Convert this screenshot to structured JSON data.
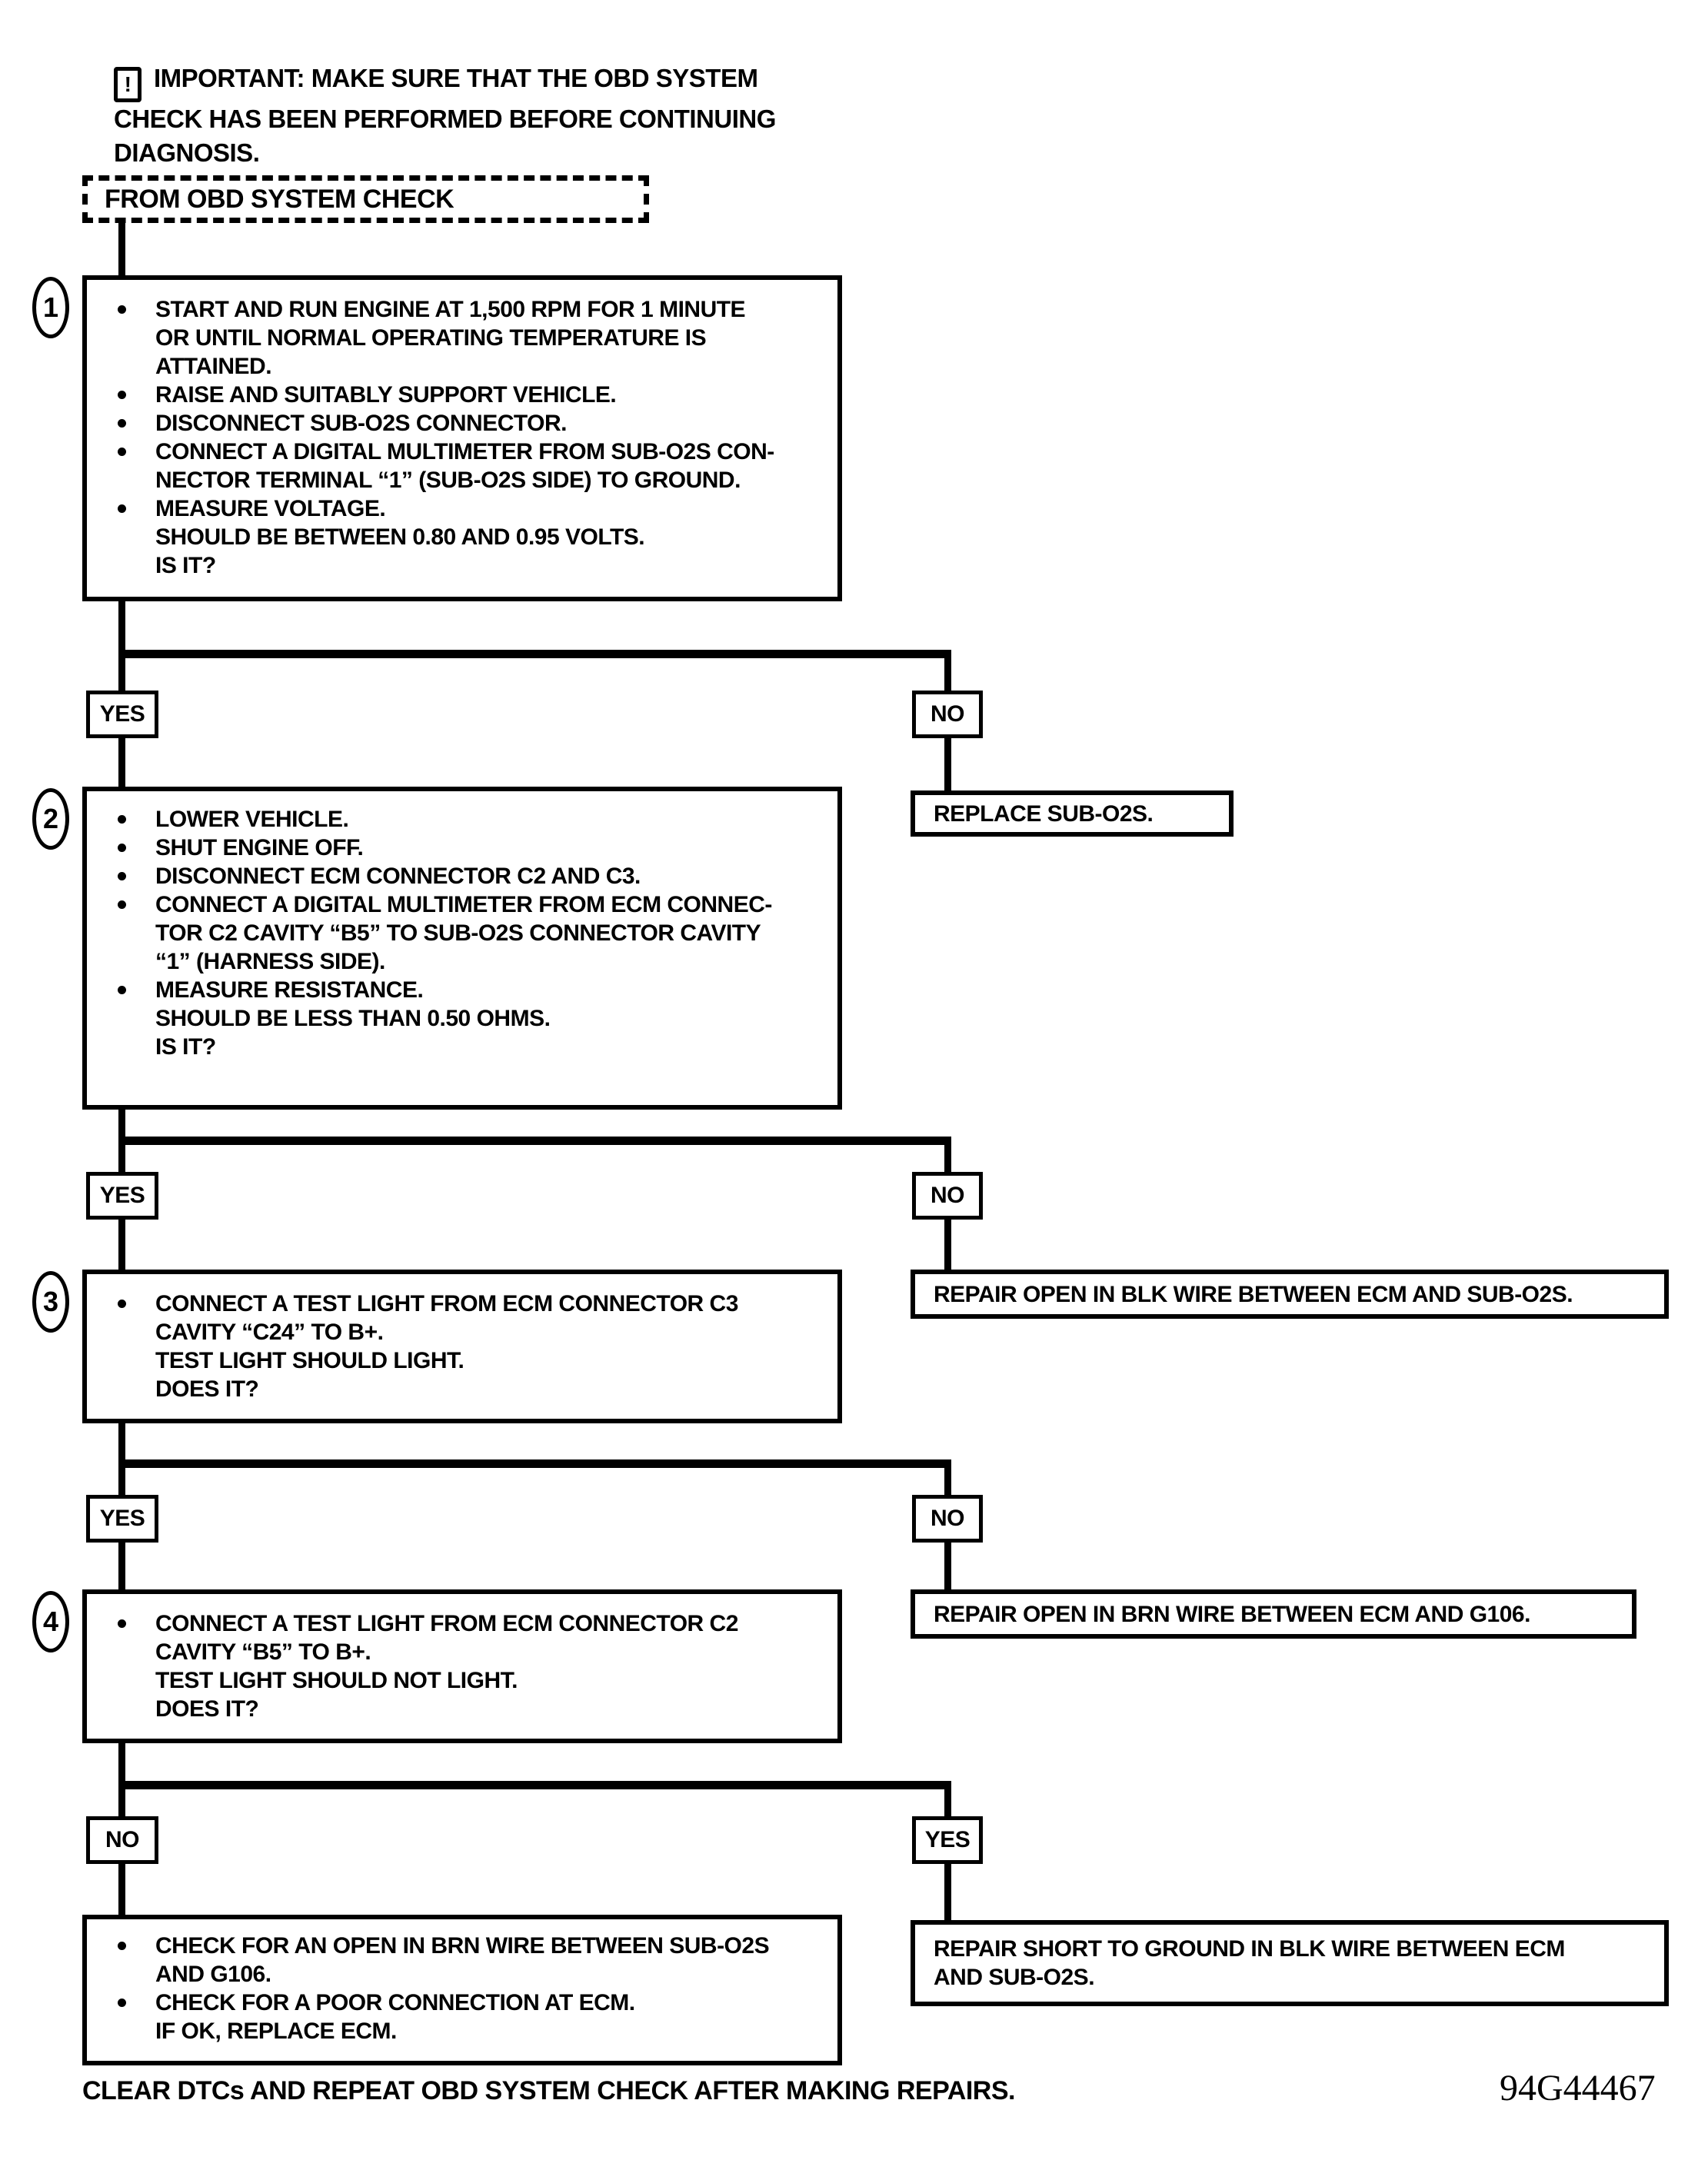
{
  "colors": {
    "ink": "#000000",
    "paper": "#ffffff"
  },
  "note": {
    "icon_glyph": "!",
    "text": "IMPORTANT:  MAKE SURE THAT THE OBD SYSTEM\nCHECK HAS BEEN PERFORMED BEFORE CONTINUING\nDIAGNOSIS."
  },
  "start": {
    "label": "FROM OBD SYSTEM CHECK"
  },
  "steps": [
    {
      "number": "1",
      "items": [
        "START AND RUN ENGINE AT 1,500 RPM FOR 1 MINUTE\nOR UNTIL NORMAL OPERATING TEMPERATURE IS\nATTAINED.",
        "RAISE AND SUITABLY SUPPORT VEHICLE.",
        "DISCONNECT SUB-O2S CONNECTOR.",
        "CONNECT A DIGITAL MULTIMETER FROM SUB-O2S CON-\nNECTOR TERMINAL “1” (SUB-O2S SIDE) TO GROUND.",
        "MEASURE VOLTAGE.\nSHOULD BE BETWEEN 0.80 AND 0.95 VOLTS.\nIS IT?"
      ],
      "left_branch": "YES",
      "right_branch": "NO"
    },
    {
      "number": "2",
      "items": [
        "LOWER VEHICLE.",
        "SHUT ENGINE OFF.",
        "DISCONNECT ECM CONNECTOR C2 AND C3.",
        "CONNECT A DIGITAL MULTIMETER FROM ECM CONNEC-\nTOR C2 CAVITY “B5” TO SUB-O2S CONNECTOR CAVITY\n“1” (HARNESS SIDE).",
        "MEASURE RESISTANCE.\nSHOULD BE LESS THAN 0.50 OHMS.\nIS IT?"
      ],
      "left_branch": "YES",
      "right_branch": "NO"
    },
    {
      "number": "3",
      "items": [
        "CONNECT A TEST LIGHT FROM ECM CONNECTOR C3\nCAVITY “C24” TO B+.\nTEST LIGHT SHOULD LIGHT.\nDOES IT?"
      ],
      "left_branch": "YES",
      "right_branch": "NO"
    },
    {
      "number": "4",
      "items": [
        "CONNECT A TEST LIGHT FROM ECM CONNECTOR C2\nCAVITY “B5” TO B+.\nTEST LIGHT SHOULD NOT LIGHT.\nDOES IT?"
      ],
      "left_branch": "NO",
      "right_branch": "YES"
    }
  ],
  "results": {
    "replace_sub_o2s": "REPLACE SUB-O2S.",
    "repair_open_blk": "REPAIR OPEN IN BLK WIRE BETWEEN ECM AND SUB-O2S.",
    "repair_open_brn": "REPAIR OPEN IN BRN WIRE BETWEEN ECM AND G106.",
    "repair_short_blk": "REPAIR SHORT TO GROUND IN BLK WIRE BETWEEN ECM\nAND SUB-O2S.",
    "check_items": [
      "CHECK FOR AN OPEN IN BRN WIRE BETWEEN SUB-O2S\nAND G106.",
      "CHECK FOR A POOR CONNECTION AT ECM.\nIF OK, REPLACE ECM."
    ]
  },
  "footer": {
    "text": "CLEAR DTCs AND REPEAT OBD SYSTEM CHECK AFTER MAKING REPAIRS.",
    "figure_id": "94G44467"
  }
}
